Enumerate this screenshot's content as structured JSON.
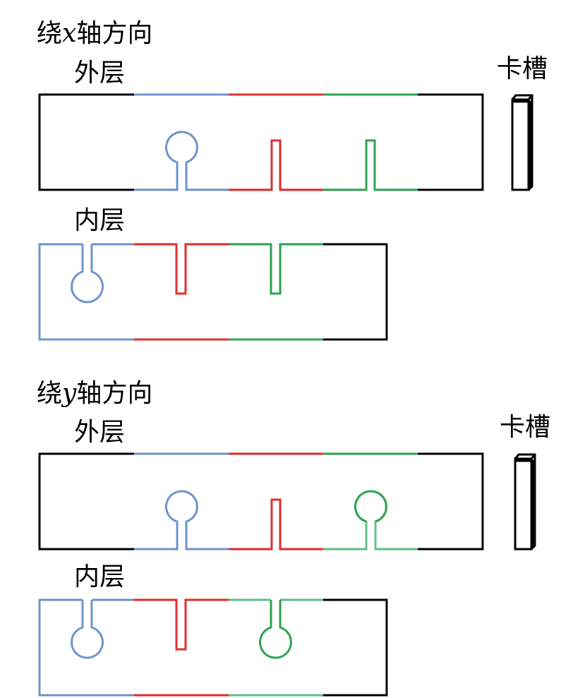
{
  "colors": {
    "black": "#000000",
    "blue": "#6a93cb",
    "red": "#e02a2a",
    "green": "#2aa050",
    "green_light": "#5bbf86"
  },
  "section_x": {
    "title_prefix": "绕",
    "title_axis": "x",
    "title_suffix": "轴方向",
    "outer_label": "外层",
    "inner_label": "内层",
    "slot_label": "卡槽"
  },
  "section_y": {
    "title_prefix": "绕",
    "title_axis": "y",
    "title_suffix": "轴方向",
    "outer_label": "外层",
    "inner_label": "内层",
    "slot_label": "卡槽"
  }
}
